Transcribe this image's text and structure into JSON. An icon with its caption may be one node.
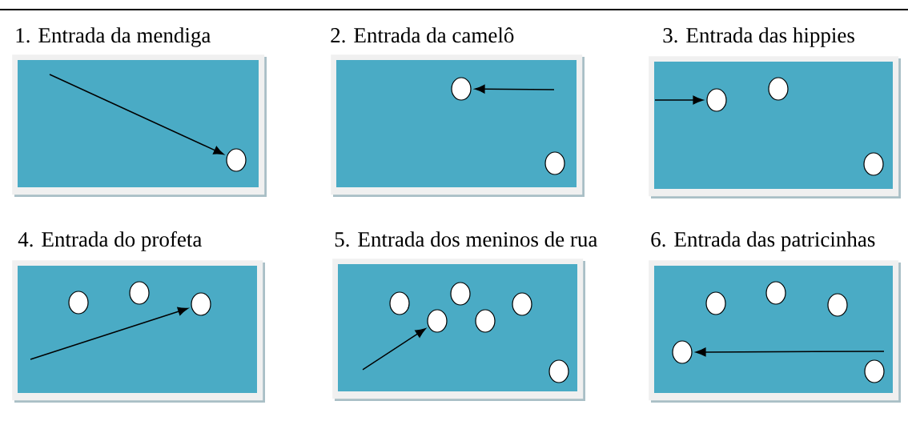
{
  "diagram": {
    "nodes": [
      {
        "text": [
          "1. Entrada da mendiga"
        ]
      },
      {
        "text": [],
        "shape": "circle",
        "in": 0
      },
      {
        "text": [
          "2. Entrada da camelô"
        ]
      },
      {
        "text": [],
        "shape": "circle",
        "in": 2
      },
      {
        "text": [],
        "shape": "circle",
        "in": 2
      },
      {
        "text": [
          "3. Entrada das hippies"
        ]
      },
      {
        "text": [],
        "shape": "circle",
        "in": 5
      },
      {
        "text": [],
        "shape": "circle",
        "in": 5
      },
      {
        "text": [],
        "shape": "circle",
        "in": 5
      },
      {
        "text": [
          "4. Entrada do profeta"
        ]
      },
      {
        "text": [],
        "shape": "circle",
        "in": 9
      },
      {
        "text": [],
        "shape": "circle",
        "in": 9
      },
      {
        "text": [],
        "shape": "circle",
        "in": 9
      },
      {
        "text": [
          "5. Entrada dos meninos de rua"
        ]
      },
      {
        "text": [],
        "shape": "circle",
        "in": 13
      },
      {
        "text": [],
        "shape": "circle",
        "in": 13
      },
      {
        "text": [],
        "shape": "circle",
        "in": 13
      },
      {
        "text": [],
        "shape": "circle",
        "in": 13
      },
      {
        "text": [],
        "shape": "circle",
        "in": 13
      },
      {
        "text": [],
        "shape": "circle",
        "in": 13
      },
      {
        "text": [
          "6. Entrada das patricinhas"
        ]
      },
      {
        "text": [],
        "shape": "circle",
        "in": 20
      },
      {
        "text": [],
        "shape": "circle",
        "in": 20
      },
      {
        "text": [],
        "shape": "circle",
        "in": 20
      },
      {
        "text": [],
        "shape": "circle",
        "in": 20
      },
      {
        "text": [],
        "shape": "circle",
        "in": 20
      }
    ],
    "edges": [
      {
        "from": null,
        "to": 1,
        "arrow": "to"
      },
      {
        "from": null,
        "to": 3,
        "arrow": "to"
      },
      {
        "from": null,
        "to": 6,
        "arrow": "to"
      },
      {
        "from": null,
        "to": 12,
        "arrow": "to"
      },
      {
        "from": null,
        "to": 15,
        "arrow": "to"
      },
      {
        "from": null,
        "to": 21,
        "arrow": "to"
      }
    ]
  }
}
